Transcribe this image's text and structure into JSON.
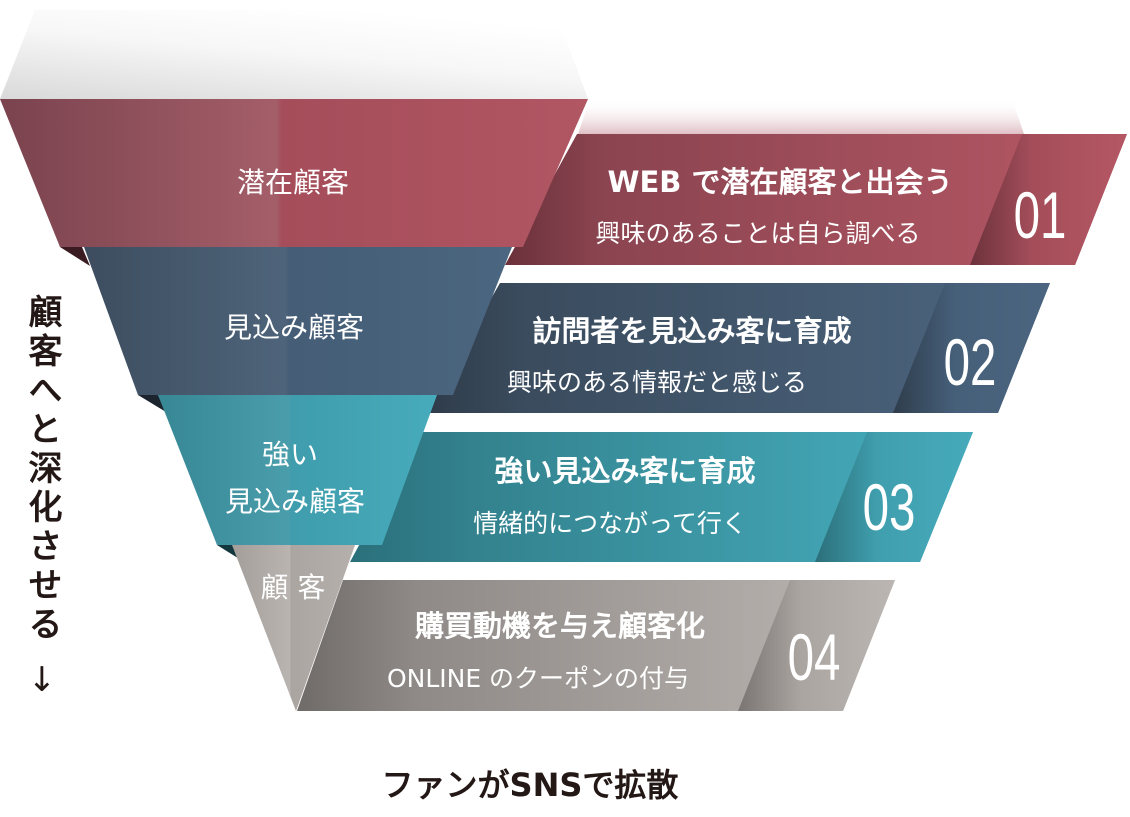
{
  "funnel": {
    "stages": [
      {
        "label": "潜在顧客",
        "color": "#a84f5b"
      },
      {
        "label": "見込み顧客",
        "color": "#46607a"
      },
      {
        "label_line1": "強い",
        "label_line2": "見込み顧客",
        "color": "#44a5b4"
      },
      {
        "label": "顧 客",
        "color": "#b2adaa"
      }
    ]
  },
  "steps": [
    {
      "number": "01",
      "title": "WEB で潜在顧客と出会う",
      "subtitle": "興味のあることは自ら調べる",
      "color": "#b05562"
    },
    {
      "number": "02",
      "title": "訪問者を見込み客に育成",
      "subtitle": "興味のある情報だと感じる",
      "color": "#4a637a"
    },
    {
      "number": "03",
      "title": "強い見込み客に育成",
      "subtitle": "情緒的につながって行く",
      "color": "#44a8b8"
    },
    {
      "number": "04",
      "title": "購買動機を与え顧客化",
      "subtitle": "ONLINE のクーポンの付与",
      "color": "#bab5b1"
    }
  ],
  "side_label": "顧客へと深化させる",
  "side_arrow": "↓",
  "footer_caption": "ファンがSNSで拡散"
}
